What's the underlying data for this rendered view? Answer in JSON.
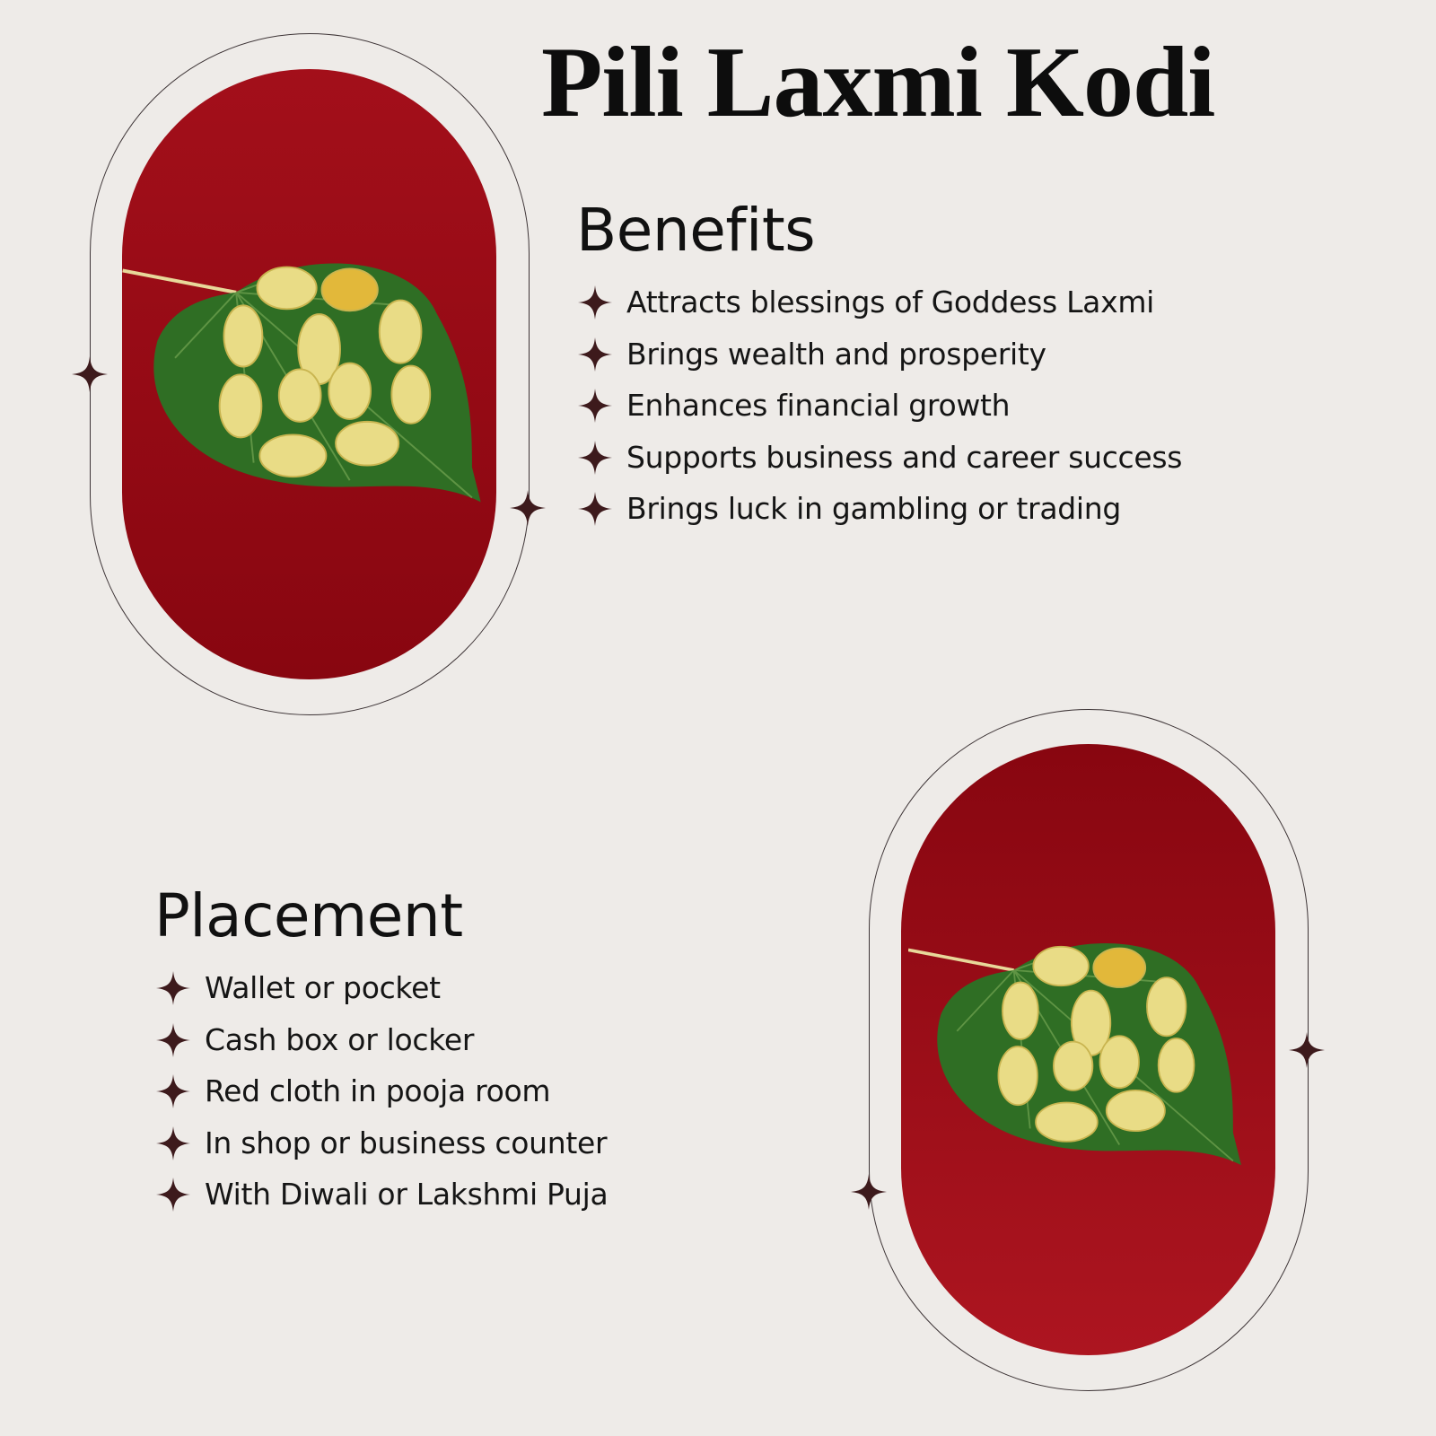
{
  "title": "Pili Laxmi Kodi",
  "benefits": {
    "heading": "Benefits",
    "items": [
      "Attracts blessings of Goddess Laxmi",
      "Brings wealth and prosperity",
      "Enhances financial growth",
      "Supports business and career success",
      "Brings luck in gambling or trading"
    ]
  },
  "placement": {
    "heading": "Placement",
    "items": [
      "Wallet or pocket",
      "Cash box or locker",
      "Red cloth in pooja room",
      "In shop or business counter",
      "With Diwali or Lakshmi Puja"
    ]
  },
  "colors": {
    "background": "#eeebe8",
    "accent_red": "#9c0c16",
    "sparkle": "#3d1a1c",
    "leaf": "#2e6b22",
    "kodi": "#e6d77a"
  }
}
